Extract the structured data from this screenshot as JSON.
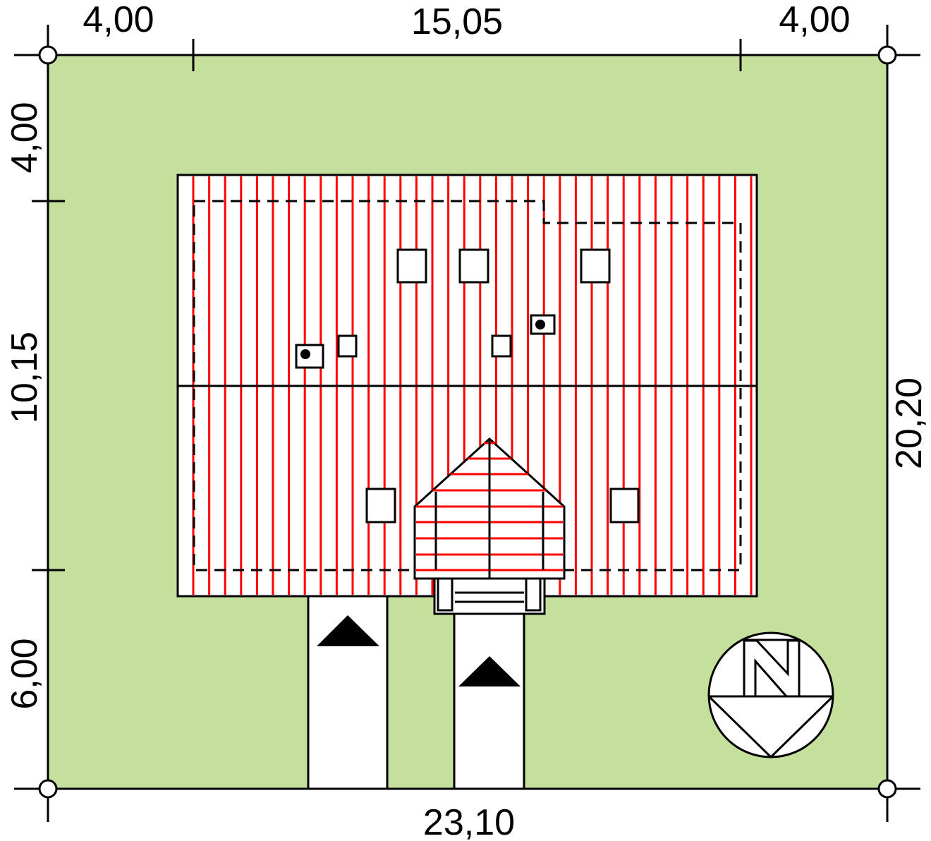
{
  "dimensions": {
    "top_left": "4,00",
    "top_middle": "15,05",
    "top_right": "4,00",
    "left_top": "4,00",
    "left_middle": "10,15",
    "left_bottom": "6,00",
    "right": "20,20",
    "bottom": "23,10"
  },
  "colors": {
    "plot": "#c5df9d",
    "roof_lines": "#ff0000",
    "lines": "#000000"
  },
  "icons": {
    "north_arrow": "north-arrow-icon",
    "entry_arrow": "triangle-up-icon"
  }
}
